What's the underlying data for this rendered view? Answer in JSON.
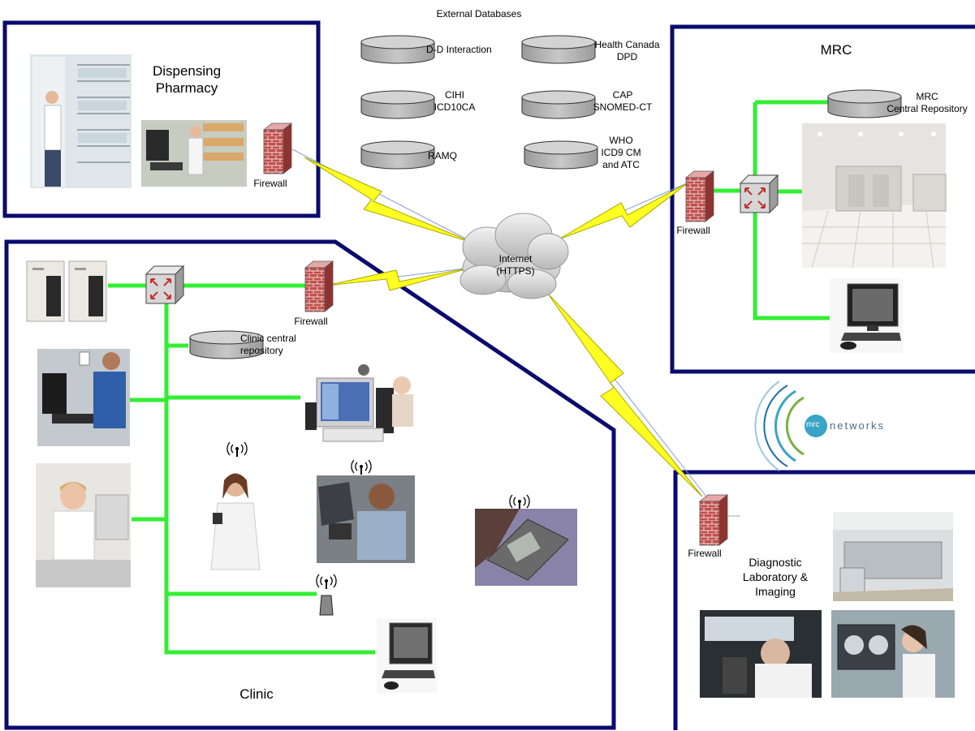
{
  "external_databases": {
    "title": "External Databases",
    "items": [
      "D-D Interaction",
      "Health Canada\nDPD",
      "CIHI\nICD10CA",
      "CAP\nSNOMED-CT",
      "RAMQ",
      "WHO\nICD9 CM\nand ATC"
    ]
  },
  "pharmacy": {
    "title": "Dispensing\nPharmacy",
    "firewall": "Firewall"
  },
  "mrc": {
    "title": "MRC",
    "repository": "MRC\nCentral Repository",
    "firewall": "Firewall"
  },
  "internet": {
    "label": "Internet\n(HTTPS)"
  },
  "clinic": {
    "title": "Clinic",
    "repository": "Clinic central\nrepository",
    "firewall": "Firewall"
  },
  "lab": {
    "title": "Diagnostic\nLaboratory &\nImaging",
    "firewall": "Firewall"
  },
  "logo": {
    "mark": "mrc",
    "text": "networks"
  },
  "colors": {
    "zone_border": "#0a0a6e",
    "lan": "#33ee33",
    "wan": "#ffff22",
    "firewall": "#c0504d",
    "db": "#b5b5b5"
  }
}
